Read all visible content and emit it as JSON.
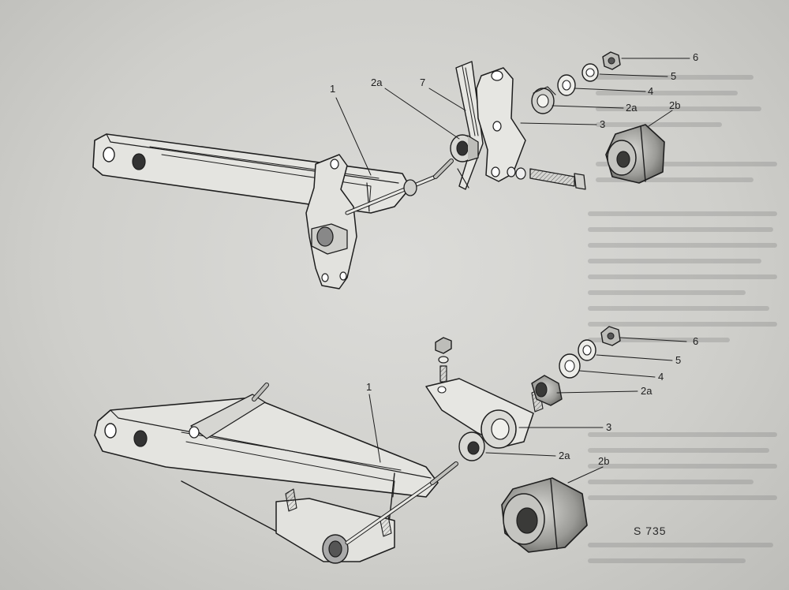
{
  "figure_code": "S 735",
  "top_assembly": {
    "callouts": [
      {
        "id": "c1",
        "text": "1"
      },
      {
        "id": "c2a_left",
        "text": "2a"
      },
      {
        "id": "c7",
        "text": "7"
      },
      {
        "id": "c6",
        "text": "6"
      },
      {
        "id": "c5",
        "text": "5"
      },
      {
        "id": "c4",
        "text": "4"
      },
      {
        "id": "c2a_right",
        "text": "2a"
      },
      {
        "id": "c3",
        "text": "3"
      },
      {
        "id": "c2b",
        "text": "2b"
      }
    ]
  },
  "bottom_assembly": {
    "callouts": [
      {
        "id": "c1",
        "text": "1"
      },
      {
        "id": "c6",
        "text": "6"
      },
      {
        "id": "c5",
        "text": "5"
      },
      {
        "id": "c4",
        "text": "4"
      },
      {
        "id": "c2a_right",
        "text": "2a"
      },
      {
        "id": "c3",
        "text": "3"
      },
      {
        "id": "c2a_lower",
        "text": "2a"
      },
      {
        "id": "c2b",
        "text": "2b"
      }
    ]
  },
  "colors": {
    "ink": "#1e1e1e",
    "paper": "#d6d6d3"
  }
}
